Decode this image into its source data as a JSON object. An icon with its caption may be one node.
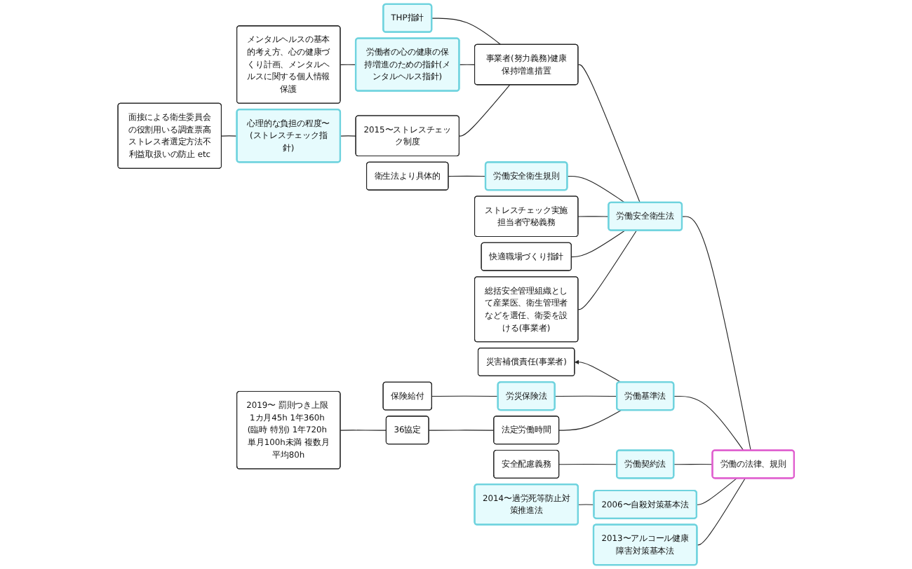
{
  "diagram": {
    "nodes": [
      {
        "text": [
          "メンタルヘルスの基本的考え方、心の健康づくり計画、メンタルヘルスに関する個人情報保護"
        ]
      },
      {
        "text": [
          "面接による衛生委員会の役割用いる調査票高ストレス者選定方法不利益取扱いの防止 etc"
        ]
      },
      {
        "text": [
          "THP指針"
        ]
      },
      {
        "text": [
          "労働者の心の健康の保持増進のための指針(メンタルヘルス指針)"
        ]
      },
      {
        "text": [
          "心理的な負担の程度〜(ストレスチェック指針)"
        ]
      },
      {
        "text": [
          "総括安全管理組織として産業医、衛生管理者などを選任、衛委を設ける(事業者)"
        ]
      },
      {
        "text": [
          "事業者(努力義務)健康保持増進措置"
        ]
      },
      {
        "text": [
          "2015〜ストレスチェック制度"
        ]
      },
      {
        "text": [
          "保険給付"
        ]
      },
      {
        "text": [
          "災害補償責任(事業者)"
        ]
      },
      {
        "text": [
          "労働安全衛生規則"
        ]
      },
      {
        "text": [
          "衛生法より具体的"
        ]
      },
      {
        "text": [
          "労働安全衛生法"
        ]
      },
      {
        "text": [
          "労災保険法"
        ]
      },
      {
        "text": [
          "労働基準法"
        ]
      },
      {
        "text": [
          "ストレスチェック実施担当者守秘義務"
        ]
      },
      {
        "text": [
          "法定労働時間"
        ]
      },
      {
        "text": [
          "労働の法律、規則"
        ]
      },
      {
        "text": [
          "2019〜 罰則つき上限 1カ月45h 1年360h (臨時 特別) 1年720h 単月100h未満 複数月平均80h"
        ]
      },
      {
        "text": [
          "36協定"
        ]
      },
      {
        "text": [
          "労働契約法"
        ]
      },
      {
        "text": [
          "快適職場づくり指針"
        ]
      },
      {
        "text": [
          "安全配慮義務"
        ]
      },
      {
        "text": [
          "2006〜自殺対策基本法"
        ]
      },
      {
        "text": [
          "2013〜アルコール健康障害対策基本法"
        ]
      },
      {
        "text": [
          "2014〜過労死等防止対策推進法"
        ]
      }
    ],
    "edges": [
      {
        "from": 17,
        "to": 12,
        "arrow": "none"
      },
      {
        "from": 12,
        "to": 6,
        "arrow": "none"
      },
      {
        "from": 6,
        "to": 2,
        "arrow": "none"
      },
      {
        "from": 6,
        "to": 3,
        "arrow": "none"
      },
      {
        "from": 3,
        "to": 0,
        "arrow": "none"
      },
      {
        "from": 6,
        "to": 7,
        "arrow": "none"
      },
      {
        "from": 7,
        "to": 4,
        "arrow": "none"
      },
      {
        "from": 4,
        "to": 1,
        "arrow": "none"
      },
      {
        "from": 12,
        "to": 10,
        "arrow": "none"
      },
      {
        "from": 10,
        "to": 11,
        "arrow": "none"
      },
      {
        "from": 12,
        "to": 15,
        "arrow": "none"
      },
      {
        "from": 12,
        "to": 21,
        "arrow": "none"
      },
      {
        "from": 12,
        "to": 5,
        "arrow": "none"
      },
      {
        "from": 17,
        "to": 14,
        "arrow": "none"
      },
      {
        "from": 14,
        "to": 9,
        "arrow": "to"
      },
      {
        "from": 14,
        "to": 13,
        "arrow": "none"
      },
      {
        "from": 13,
        "to": 8,
        "arrow": "none"
      },
      {
        "from": 14,
        "to": 16,
        "arrow": "none"
      },
      {
        "from": 16,
        "to": 19,
        "arrow": "none"
      },
      {
        "from": 19,
        "to": 18,
        "arrow": "none"
      },
      {
        "from": 17,
        "to": 20,
        "arrow": "none"
      },
      {
        "from": 20,
        "to": 22,
        "arrow": "none"
      },
      {
        "from": 17,
        "to": 23,
        "arrow": "none"
      },
      {
        "from": 23,
        "to": 25,
        "arrow": "none"
      },
      {
        "from": 17,
        "to": 24,
        "arrow": "none"
      }
    ]
  }
}
